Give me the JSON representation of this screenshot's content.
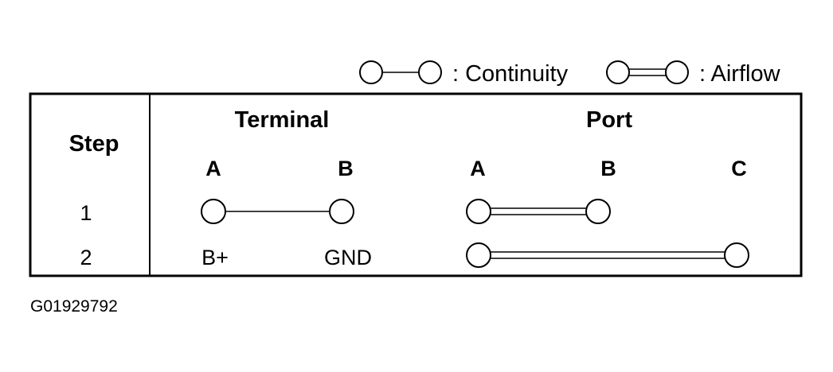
{
  "legend": {
    "continuity_label": ": Continuity",
    "airflow_label": ": Airflow"
  },
  "table": {
    "step_header": "Step",
    "terminal_header": "Terminal",
    "port_header": "Port",
    "terminal_columns": [
      "A",
      "B"
    ],
    "port_columns": [
      "A",
      "B",
      "C"
    ],
    "rows": [
      {
        "step": "1",
        "terminal": {
          "type": "continuity",
          "from": "A",
          "to": "B"
        },
        "port": {
          "type": "airflow",
          "from": "A",
          "to": "B"
        }
      },
      {
        "step": "2",
        "terminal": {
          "type": "labels",
          "a_label": "B+",
          "b_label": "GND"
        },
        "port": {
          "type": "airflow",
          "from": "A",
          "to": "C"
        }
      }
    ]
  },
  "figure_id": "G01929792",
  "colors": {
    "ink": "#000000",
    "background": "#ffffff"
  }
}
